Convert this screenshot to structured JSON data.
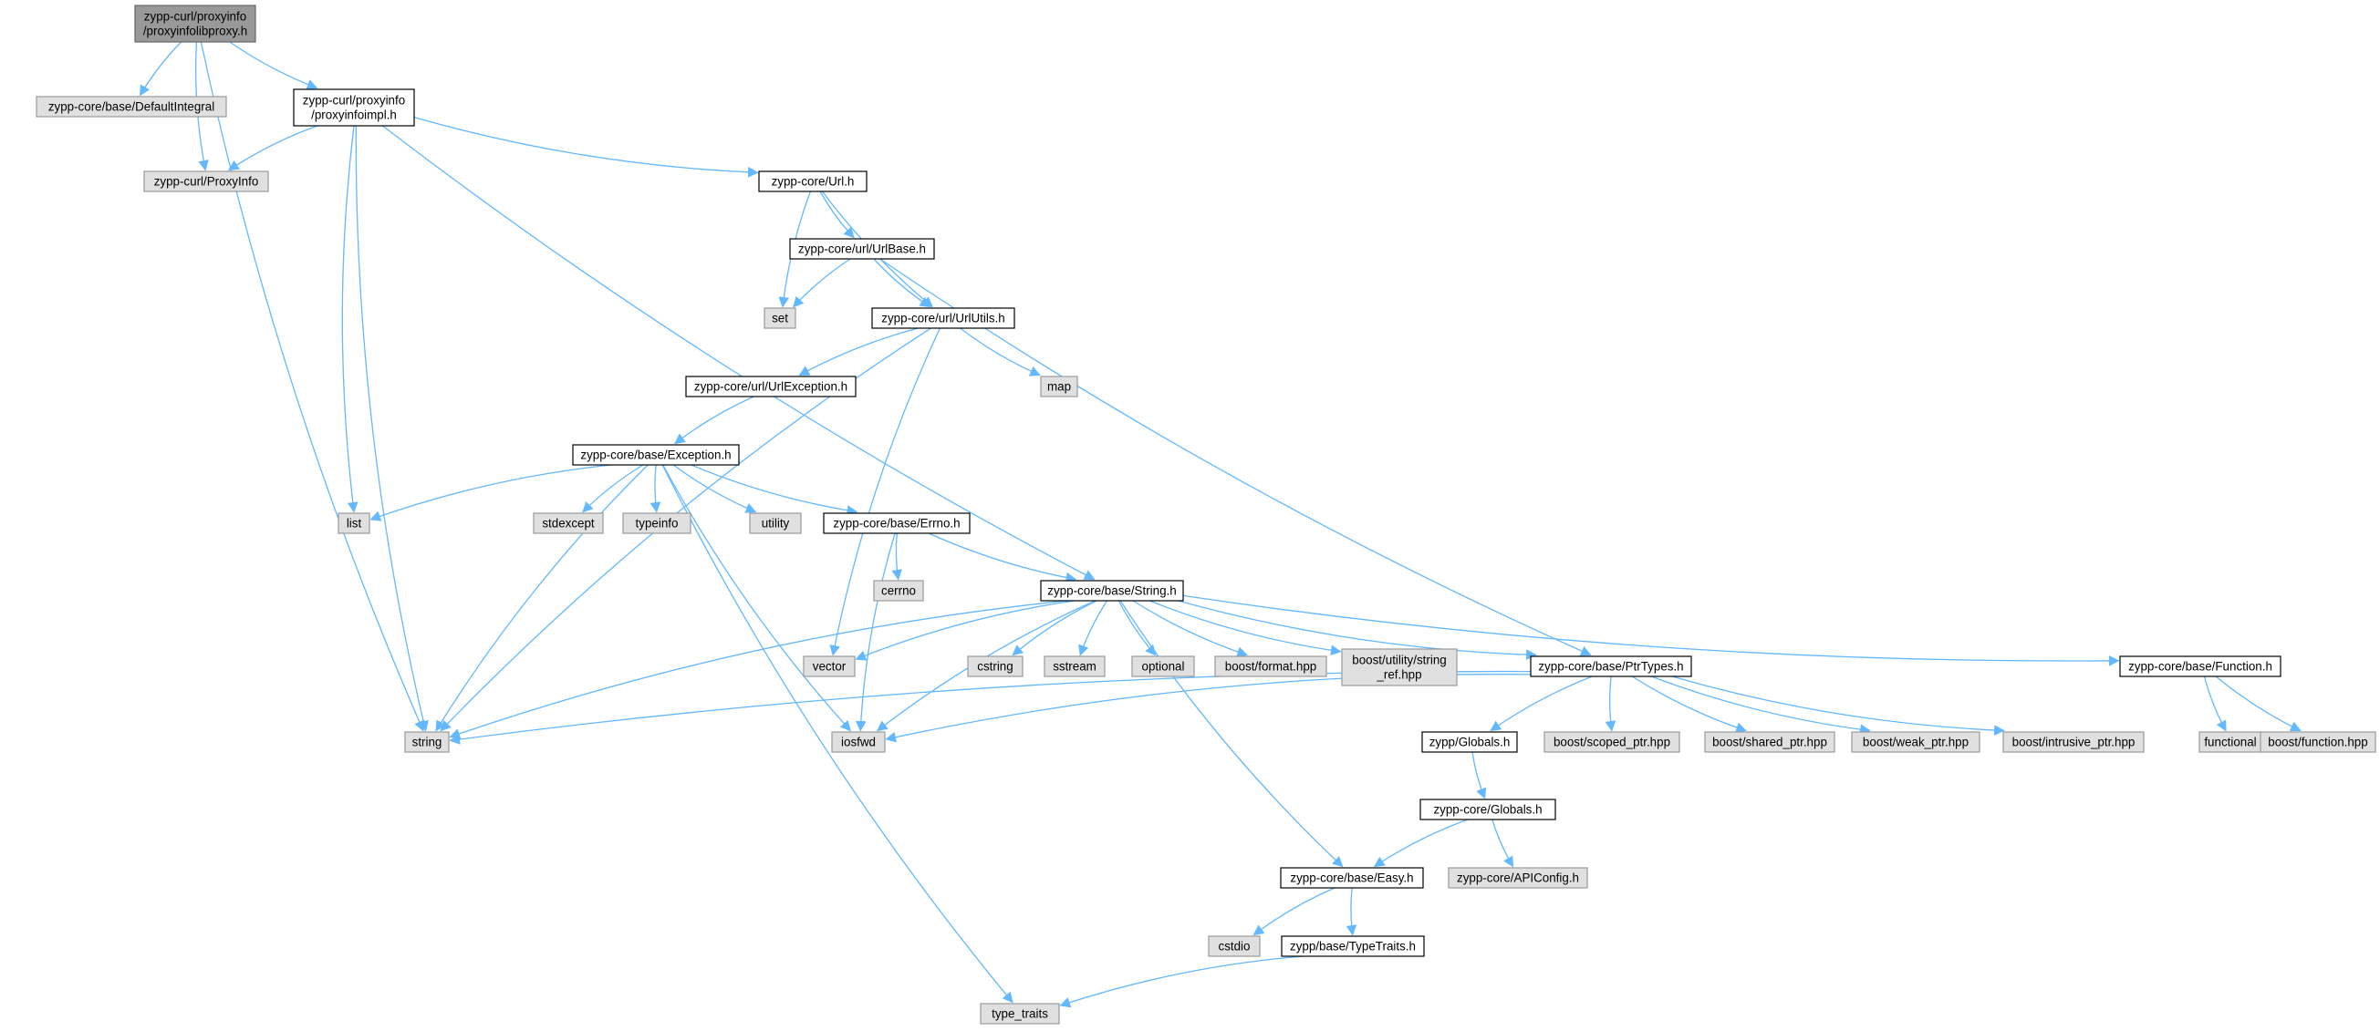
{
  "nodes": [
    {
      "id": "root",
      "kind": "root",
      "lines": [
        "zypp-curl/proxyinfo",
        "/proxyinfolibproxy.h"
      ]
    },
    {
      "id": "defint",
      "kind": "ext",
      "lines": [
        "zypp-core/base/DefaultIntegral"
      ]
    },
    {
      "id": "proxyimpl",
      "kind": "file",
      "lines": [
        "zypp-curl/proxyinfo",
        "/proxyinfoimpl.h"
      ]
    },
    {
      "id": "proxyinfo",
      "kind": "ext",
      "lines": [
        "zypp-curl/ProxyInfo"
      ]
    },
    {
      "id": "url",
      "kind": "file",
      "lines": [
        "zypp-core/Url.h"
      ]
    },
    {
      "id": "urlbase",
      "kind": "file",
      "lines": [
        "zypp-core/url/UrlBase.h"
      ]
    },
    {
      "id": "set",
      "kind": "ext",
      "lines": [
        "set"
      ]
    },
    {
      "id": "urlutils",
      "kind": "file",
      "lines": [
        "zypp-core/url/UrlUtils.h"
      ]
    },
    {
      "id": "map",
      "kind": "ext",
      "lines": [
        "map"
      ]
    },
    {
      "id": "urlexc",
      "kind": "file",
      "lines": [
        "zypp-core/url/UrlException.h"
      ]
    },
    {
      "id": "exception",
      "kind": "file",
      "lines": [
        "zypp-core/base/Exception.h"
      ]
    },
    {
      "id": "list",
      "kind": "ext",
      "lines": [
        "list"
      ]
    },
    {
      "id": "stdexcept",
      "kind": "ext",
      "lines": [
        "stdexcept"
      ]
    },
    {
      "id": "typeinfo",
      "kind": "ext",
      "lines": [
        "typeinfo"
      ]
    },
    {
      "id": "utility",
      "kind": "ext",
      "lines": [
        "utility"
      ]
    },
    {
      "id": "errno",
      "kind": "file",
      "lines": [
        "zypp-core/base/Errno.h"
      ]
    },
    {
      "id": "cerrno",
      "kind": "ext",
      "lines": [
        "cerrno"
      ]
    },
    {
      "id": "stringh",
      "kind": "file",
      "lines": [
        "zypp-core/base/String.h"
      ]
    },
    {
      "id": "vector",
      "kind": "ext",
      "lines": [
        "vector"
      ]
    },
    {
      "id": "cstring",
      "kind": "ext",
      "lines": [
        "cstring"
      ]
    },
    {
      "id": "sstream",
      "kind": "ext",
      "lines": [
        "sstream"
      ]
    },
    {
      "id": "optional",
      "kind": "ext",
      "lines": [
        "optional"
      ]
    },
    {
      "id": "bformat",
      "kind": "ext",
      "lines": [
        "boost/format.hpp"
      ]
    },
    {
      "id": "bstrref",
      "kind": "ext",
      "lines": [
        "boost/utility/string",
        "_ref.hpp"
      ]
    },
    {
      "id": "ptrtypes",
      "kind": "file",
      "lines": [
        "zypp-core/base/PtrTypes.h"
      ]
    },
    {
      "id": "function",
      "kind": "file",
      "lines": [
        "zypp-core/base/Function.h"
      ]
    },
    {
      "id": "string",
      "kind": "ext",
      "lines": [
        "string"
      ]
    },
    {
      "id": "iosfwd",
      "kind": "ext",
      "lines": [
        "iosfwd"
      ]
    },
    {
      "id": "zyppglobals",
      "kind": "file",
      "lines": [
        "zypp/Globals.h"
      ]
    },
    {
      "id": "bscoped",
      "kind": "ext",
      "lines": [
        "boost/scoped_ptr.hpp"
      ]
    },
    {
      "id": "bshared",
      "kind": "ext",
      "lines": [
        "boost/shared_ptr.hpp"
      ]
    },
    {
      "id": "bweak",
      "kind": "ext",
      "lines": [
        "boost/weak_ptr.hpp"
      ]
    },
    {
      "id": "bintrusive",
      "kind": "ext",
      "lines": [
        "boost/intrusive_ptr.hpp"
      ]
    },
    {
      "id": "functional",
      "kind": "ext",
      "lines": [
        "functional"
      ]
    },
    {
      "id": "bfunction",
      "kind": "ext",
      "lines": [
        "boost/function.hpp"
      ]
    },
    {
      "id": "coreglobals",
      "kind": "file",
      "lines": [
        "zypp-core/Globals.h"
      ]
    },
    {
      "id": "easy",
      "kind": "file",
      "lines": [
        "zypp-core/base/Easy.h"
      ]
    },
    {
      "id": "apiconfig",
      "kind": "ext",
      "lines": [
        "zypp-core/APIConfig.h"
      ]
    },
    {
      "id": "cstdio",
      "kind": "ext",
      "lines": [
        "cstdio"
      ]
    },
    {
      "id": "typetraitsh",
      "kind": "file",
      "lines": [
        "zypp/base/TypeTraits.h"
      ]
    },
    {
      "id": "type_traits",
      "kind": "ext",
      "lines": [
        "type_traits"
      ]
    }
  ],
  "edges": [
    [
      "root",
      "defint"
    ],
    [
      "root",
      "proxyimpl"
    ],
    [
      "root",
      "proxyinfo"
    ],
    [
      "root",
      "string"
    ],
    [
      "proxyimpl",
      "proxyinfo"
    ],
    [
      "proxyimpl",
      "url"
    ],
    [
      "proxyimpl",
      "stringh"
    ],
    [
      "proxyimpl",
      "list"
    ],
    [
      "proxyimpl",
      "string"
    ],
    [
      "url",
      "urlbase"
    ],
    [
      "url",
      "set"
    ],
    [
      "url",
      "urlutils"
    ],
    [
      "urlbase",
      "set"
    ],
    [
      "urlbase",
      "urlutils"
    ],
    [
      "urlbase",
      "ptrtypes"
    ],
    [
      "urlutils",
      "urlexc"
    ],
    [
      "urlutils",
      "map"
    ],
    [
      "urlutils",
      "string"
    ],
    [
      "urlutils",
      "vector"
    ],
    [
      "urlexc",
      "exception"
    ],
    [
      "exception",
      "list"
    ],
    [
      "exception",
      "stdexcept"
    ],
    [
      "exception",
      "typeinfo"
    ],
    [
      "exception",
      "utility"
    ],
    [
      "exception",
      "errno"
    ],
    [
      "exception",
      "string"
    ],
    [
      "exception",
      "iosfwd"
    ],
    [
      "exception",
      "type_traits"
    ],
    [
      "errno",
      "cerrno"
    ],
    [
      "errno",
      "stringh"
    ],
    [
      "errno",
      "iosfwd"
    ],
    [
      "stringh",
      "vector"
    ],
    [
      "stringh",
      "cstring"
    ],
    [
      "stringh",
      "sstream"
    ],
    [
      "stringh",
      "optional"
    ],
    [
      "stringh",
      "bformat"
    ],
    [
      "stringh",
      "bstrref"
    ],
    [
      "stringh",
      "ptrtypes"
    ],
    [
      "stringh",
      "function"
    ],
    [
      "stringh",
      "string"
    ],
    [
      "stringh",
      "iosfwd"
    ],
    [
      "stringh",
      "easy"
    ],
    [
      "ptrtypes",
      "string"
    ],
    [
      "ptrtypes",
      "iosfwd"
    ],
    [
      "ptrtypes",
      "zyppglobals"
    ],
    [
      "ptrtypes",
      "bscoped"
    ],
    [
      "ptrtypes",
      "bshared"
    ],
    [
      "ptrtypes",
      "bweak"
    ],
    [
      "ptrtypes",
      "bintrusive"
    ],
    [
      "function",
      "functional"
    ],
    [
      "function",
      "bfunction"
    ],
    [
      "zyppglobals",
      "coreglobals"
    ],
    [
      "coreglobals",
      "easy"
    ],
    [
      "coreglobals",
      "apiconfig"
    ],
    [
      "easy",
      "cstdio"
    ],
    [
      "easy",
      "typetraitsh"
    ],
    [
      "typetraitsh",
      "type_traits"
    ]
  ]
}
